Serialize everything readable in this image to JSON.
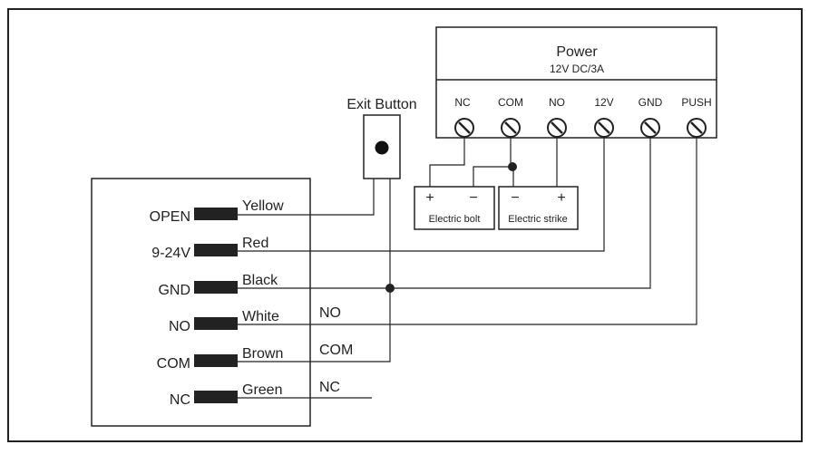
{
  "power": {
    "title": "Power",
    "subtitle": "12V DC/3A",
    "terminals": [
      "NC",
      "COM",
      "NO",
      "12V",
      "GND",
      "PUSH"
    ]
  },
  "exit_button": {
    "label": "Exit Button"
  },
  "loads": {
    "bolt": {
      "label": "Electric bolt",
      "plus": "+",
      "minus": "−"
    },
    "strike": {
      "label": "Electric strike",
      "minus": "−",
      "plus": "+"
    }
  },
  "controller": {
    "pins": [
      "OPEN",
      "9-24V",
      "GND",
      "NO",
      "COM",
      "NC"
    ],
    "wires": [
      "Yellow",
      "Red",
      "Black",
      "White",
      "Brown",
      "Green"
    ],
    "relay_labels": [
      "NO",
      "COM",
      "NC"
    ]
  }
}
